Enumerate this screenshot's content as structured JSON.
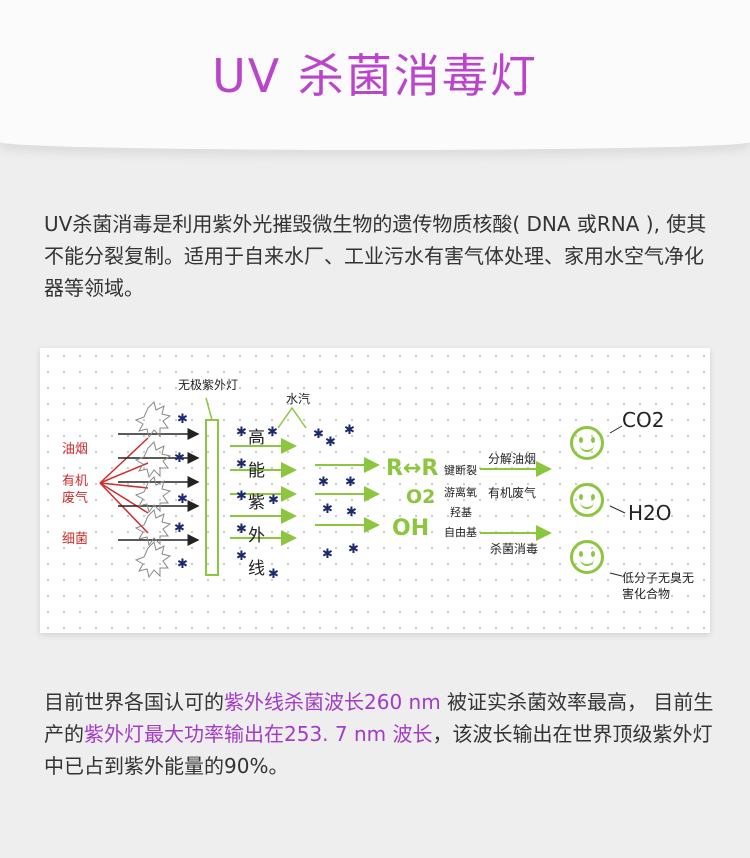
{
  "title": "UV 杀菌消毒灯",
  "intro": "UV杀菌消毒是利用紫外光摧毁微生物的遗传物质核酸( DNA 或RNA ), 使其不能分裂复制。适用于自来水厂、工业污水有害气体处理、家用水空气净化器等领域。",
  "diagram": {
    "lamp_label": "无极紫外灯",
    "vapor_label": "水汽",
    "pollutants": [
      "油烟",
      "有机废气",
      "细菌"
    ],
    "uv_chars": [
      "高",
      "能",
      "紫",
      "外",
      "线"
    ],
    "radicals": [
      "R↔R",
      "O2",
      "OH"
    ],
    "radical_labels": [
      "键断裂",
      "游离氧",
      "羟基",
      "自由基"
    ],
    "process_labels": [
      "分解油烟",
      "有机废气",
      "杀菌消毒"
    ],
    "products": [
      "CO2",
      "H2O",
      "低分子无臭无害化合物"
    ]
  },
  "conclusion": {
    "part1": "目前世界各国认可的",
    "hl1": "紫外线杀菌波长260 nm",
    "part2": " 被证实杀菌效率最高， 目前生产的",
    "hl2": "紫外灯最大功率输出在253. 7 nm 波长",
    "part3": "，该波长输出在世界顶级紫外灯中已占到紫外能量的90%。"
  },
  "colors": {
    "title": "#bb44cc",
    "highlight": "#a23cc7",
    "green": "#8cc63f",
    "red": "#d22b2b",
    "star": "#1a2a6c"
  }
}
